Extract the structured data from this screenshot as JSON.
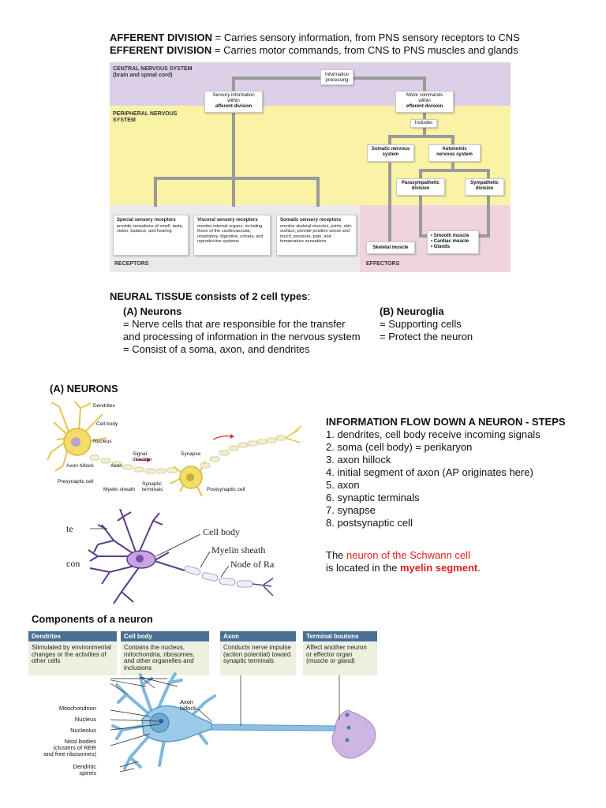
{
  "header": {
    "afferent_term": "AFFERENT DIVISION",
    "afferent_def": " = Carries sensory information, from PNS sensory receptors to CNS",
    "efferent_term": "EFFERENT DIVISION",
    "efferent_def": " = Carries motor commands, from CNS to PNS muscles and glands"
  },
  "flow": {
    "cns_label_1": "CENTRAL NERVOUS SYSTEM",
    "cns_label_2": "(brain and spinal cord)",
    "pns_label_1": "PERIPHERAL NERVOUS",
    "pns_label_2": "SYSTEM",
    "receptors_label": "RECEPTORS",
    "effectors_label": "EFFECTORS",
    "info_processing_1": "Information",
    "info_processing_2": "processing",
    "sensory_info_1": "Sensory information",
    "sensory_info_2": "within",
    "sensory_info_3": "afferent division",
    "motor_cmd_1": "Motor commands",
    "motor_cmd_2": "within",
    "motor_cmd_3": "efferent division",
    "includes": "Includes",
    "somatic_ns_1": "Somatic nervous",
    "somatic_ns_2": "system",
    "autonomic_ns_1": "Autonomic",
    "autonomic_ns_2": "nervous system",
    "parasympathetic_1": "Parasympathetic",
    "parasympathetic_2": "division",
    "sympathetic_1": "Sympathetic",
    "sympathetic_2": "division",
    "skeletal_muscle": "Skeletal muscle",
    "effector_list": [
      "• Smooth muscle",
      "• Cardiac muscle",
      "• Glands"
    ],
    "special_title": "Special sensory receptors",
    "special_text": "provide sensations of smell, taste, vision, balance, and hearing",
    "visceral_title": "Visceral sensory receptors",
    "visceral_text": "monitor internal organs, including those of the cardiovascular, respiratory, digestive, urinary, and reproductive systems",
    "somatic_title": "Somatic sensory receptors",
    "somatic_text": "monitor skeletal muscles, joints, skin surface; provide position sense and touch, pressure, pain, and temperature sensations"
  },
  "tissue": {
    "heading_bold": "NEURAL TISSUE consists of 2 cell types",
    "heading_colon": ":",
    "neurons_title": "(A) Neurons",
    "neurons_lines": [
      "= Nerve cells that are responsible for the transfer",
      "and processing of information in the nervous system",
      "= Consist of a soma, axon, and dendrites"
    ],
    "neuroglia_title": "(B) Neuroglia",
    "neuroglia_lines": [
      "= Supporting cells",
      "= Protect the neuron"
    ]
  },
  "neurons_section": {
    "title": "(A) NEURONS",
    "fig_labels": {
      "dendrites": "Dendrites",
      "cell_body": "Cell body",
      "nucleus": "Nucleus",
      "signal_direction_1": "Signal",
      "signal_direction_2": "direction",
      "synapse": "Synapse",
      "axon_hillock": "Axon hillock",
      "axon": "Axon",
      "presynaptic": "Presynaptic cell",
      "myelin": "Myelin sheath",
      "synaptic_terminals_1": "Synaptic",
      "synaptic_terminals_2": "terminals",
      "postsynaptic": "Postsynaptic cell"
    },
    "sketch_labels": {
      "te": "te",
      "con": "con",
      "cell_body": "Cell body",
      "myelin": "Myelin sheath",
      "node": "Node of Ra"
    }
  },
  "steps": {
    "title": "INFORMATION FLOW DOWN A NEURON - STEPS",
    "items": [
      "1. dendrites, cell body receive incoming signals",
      "2. soma (cell body) = perikaryon",
      "3. axon hillock",
      "4. initial segment of axon (AP originates here)",
      "5. axon",
      "6. synaptic terminals",
      "7. synapse",
      "8. postsynaptic cell"
    ],
    "note_1": "The ",
    "note_red": "neuron of the Schwann cell",
    "note_2": "is located in the ",
    "note_bold_red": "myelin segment",
    "note_end": "."
  },
  "components": {
    "title": "Components of a neuron",
    "cards": [
      {
        "head": "Dendrites",
        "body": "Stimulated by environmental changes or the activities of other cells"
      },
      {
        "head": "Cell body",
        "body": "Contains the nucleus, mitochondria, ribosomes, and other organelles and inclusions"
      },
      {
        "head": "Axon",
        "body": "Conducts nerve impulse (action potential) toward synaptic terminals"
      },
      {
        "head": "Terminal boutons",
        "body": "Affect another neuron or effector organ (muscle or gland)"
      }
    ],
    "labels": {
      "mitochondrion": "Mitochondrion",
      "nucleus": "Nucleus",
      "nucleolus": "Nucleolus",
      "nissl_1": "Nissl bodies",
      "nissl_2": "(clusters of RER",
      "nissl_3": "and free ribosomes)",
      "dendritic_1": "Dendritic",
      "dendritic_2": "spines",
      "axon_hillock_1": "Axon",
      "axon_hillock_2": "hillock"
    }
  }
}
